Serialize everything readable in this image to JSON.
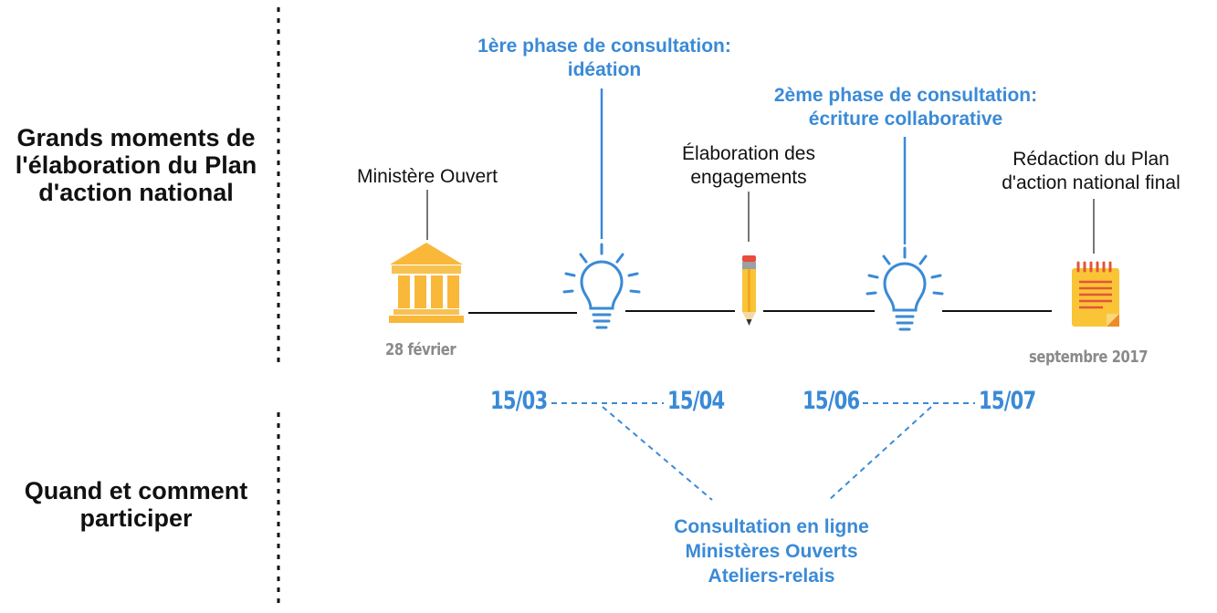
{
  "sections": {
    "top": "Grands moments de l'élaboration du Plan d'action national",
    "bottom": "Quand et comment participer"
  },
  "phases": [
    {
      "line1": "1ère phase de consultation:",
      "line2": "idéation"
    },
    {
      "line1": "2ème phase de consultation:",
      "line2": "écriture collaborative"
    }
  ],
  "milestones": [
    {
      "lines": [
        "Ministère Ouvert"
      ],
      "icon": "building-icon",
      "date": "28 février"
    },
    {
      "lines": [
        "Élaboration des",
        "engagements"
      ],
      "icon": "pencil-icon"
    },
    {
      "lines": [
        "Rédaction du Plan",
        "d'action national final"
      ],
      "icon": "notepad-icon",
      "date": "septembre 2017"
    }
  ],
  "periods": [
    {
      "start": "15/03",
      "end": "15/04"
    },
    {
      "start": "15/06",
      "end": "15/07"
    }
  ],
  "participation": [
    "Consultation en ligne",
    "Ministères Ouverts",
    "Ateliers-relais"
  ],
  "colors": {
    "accent": "#3a8ad6",
    "icon_yellow": "#f9b83a",
    "icon_orange": "#f08a24",
    "grey_text": "#8a8a8a",
    "line": "#111111"
  }
}
